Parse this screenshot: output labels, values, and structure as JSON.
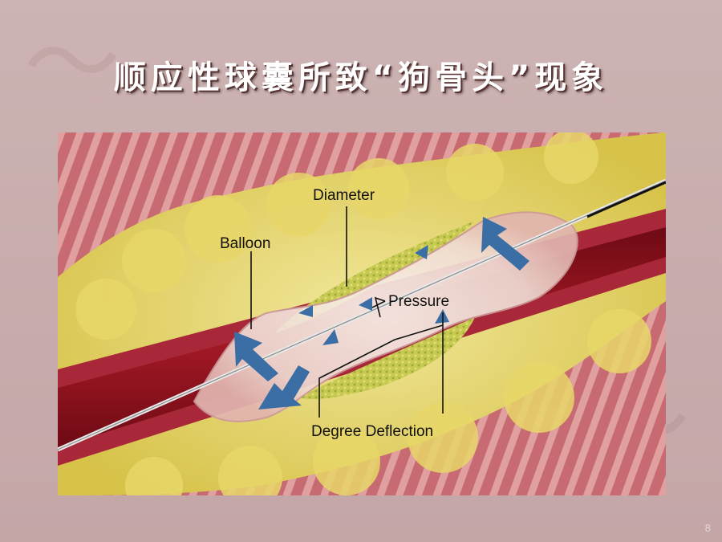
{
  "slide": {
    "title": "顺应性球囊所致“狗骨头”现象",
    "page_number": "8"
  },
  "diagram": {
    "labels": {
      "diameter": "Diameter",
      "balloon": "Balloon",
      "pressure": "Pressure",
      "degree_deflection": "Degree Deflection"
    }
  },
  "colors": {
    "background": "#c9aeae",
    "title_text": "#ffffff",
    "vessel_wall": "#a8283a",
    "blood": "#8e0f1c",
    "plaque_yellow": "#e3d35a",
    "plaque_green": "#b8c24a",
    "arrow_blue": "#3a6ea5"
  }
}
